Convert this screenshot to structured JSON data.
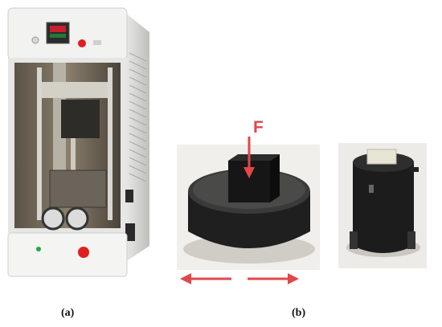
{
  "figure": {
    "panel_a_caption": "(a)",
    "panel_b_caption": "(b)"
  },
  "machine": {
    "display_icon": "temperature-controller-display-icon",
    "body_color": "#f2f2f0",
    "indicator_color": "#e02020",
    "led_color": "#22aa44"
  },
  "sample_holder": {
    "force_label": "F",
    "arrow_color": "#e0484a",
    "die_color": "#2a2a2a",
    "sample_color": "#161616"
  },
  "cell": {
    "cap_color": "#e8e4d6",
    "body_color": "#1c1c1c"
  }
}
